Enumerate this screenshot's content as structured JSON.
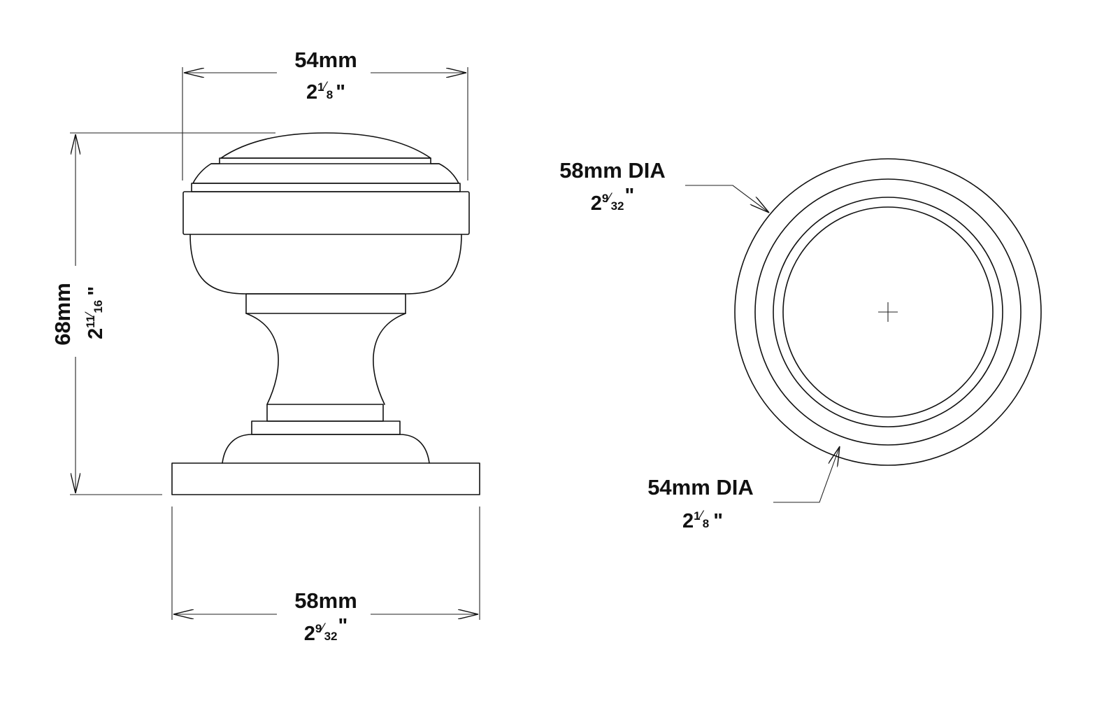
{
  "drawing": {
    "colors": {
      "line": "#111111",
      "background": "#ffffff"
    },
    "side_view": {
      "top_dimension": {
        "mm": "54mm",
        "in_whole": "2",
        "in_num": "1",
        "in_den": "8",
        "in_mark": "\""
      },
      "height_dimension": {
        "mm": "68mm",
        "in_whole": "2",
        "in_num": "11",
        "in_den": "16",
        "in_mark": "\""
      },
      "bottom_dimension": {
        "mm": "58mm",
        "in_whole": "2",
        "in_num": "9",
        "in_den": "32",
        "in_mark": "\""
      }
    },
    "front_view": {
      "outer_callout": {
        "mm": "58mm DIA",
        "in_whole": "2",
        "in_num": "9",
        "in_den": "32",
        "in_mark": "\""
      },
      "inner_callout": {
        "mm": "54mm DIA",
        "in_whole": "2",
        "in_num": "1",
        "in_den": "8",
        "in_mark": "\""
      }
    }
  }
}
